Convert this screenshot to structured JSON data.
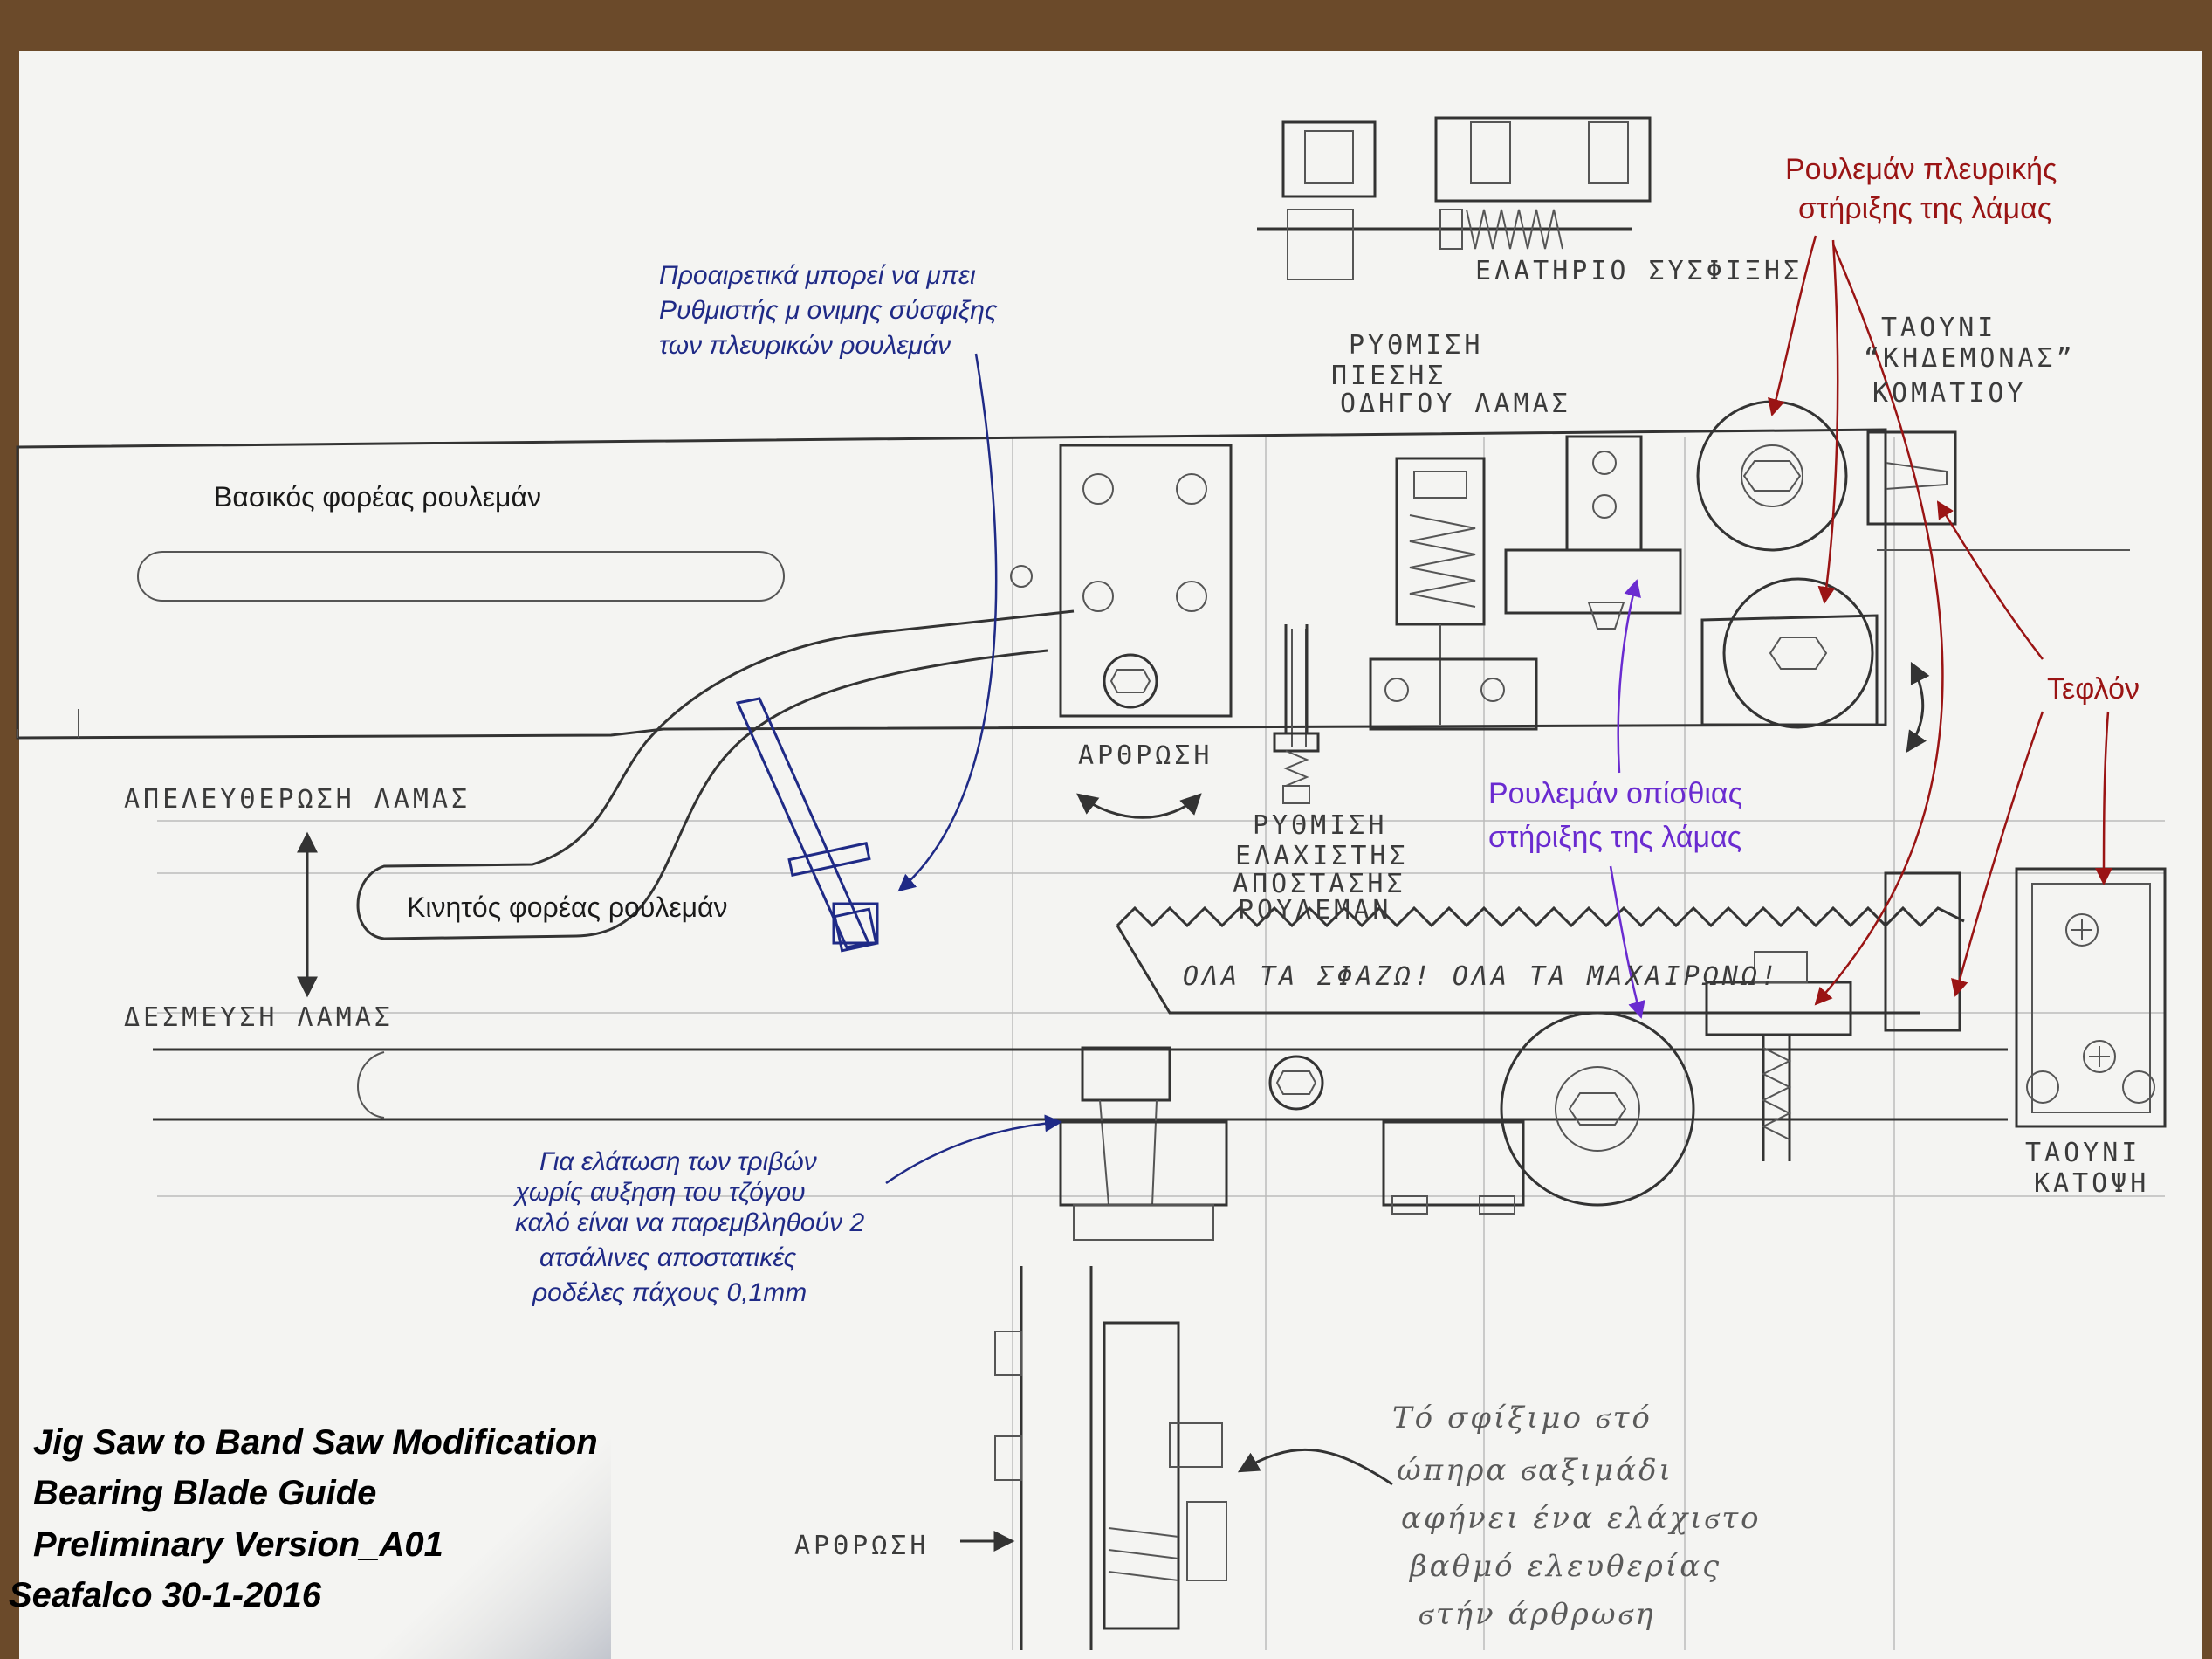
{
  "labels": {
    "base_carrier": "Βασικός φορέας ρουλεμάν",
    "moving_carrier": "Κινητός φορέας ρουλεμάν",
    "release_blade": "ΑΠΕΛΕΥΘΕΡΩΣΗ ΛΑΜΑΣ",
    "lock_blade": "ΔΕΣΜΕΥΣΗ ΛΑΜΑΣ",
    "spring": "ΕΛΑΤΗΡΙΟ ΣΥΣΦΙΞΗΣ",
    "pressure_adjust": [
      "ΡΥΘΜΙΣΗ",
      "ΠΙΕΣΗΣ",
      "ΟΔΗΓΟΥ ΛΑΜΑΣ"
    ],
    "pivot_1": "ΑΡΘΡΩΣΗ",
    "min_distance_adjust": [
      "ΡΥΘΜΙΣΗ",
      "ΕΛΑΧΙΣΤΗΣ",
      "ΑΠΟΣΤΑΣΗΣ",
      "ΡΟΥΛΕΜΑΝ"
    ],
    "blade_text": "ΟΛΑ ΤΑ ΣΦΑΖΩ! ΟΛΑ ΤΑ ΜΑΧΑΙΡΩΝΩ!",
    "pivot_2": "ΑΡΘΡΩΣΗ",
    "taouni_plan": [
      "ΤΑΟΥΝΙ",
      "ΚΑΤΟΨΗ"
    ],
    "taouni_part": [
      "ΤΑΟΥΝΙ",
      "“ΚΗΔΕΜΟΝΑΣ”",
      "ΚΟΜΑΤΙΟΥ"
    ]
  },
  "annotations": {
    "optional_adjuster": [
      "Προαιρετικά μπορεί να μπει",
      "Ρυθμιστής   μ ονιμης σύσφιξης",
      "των πλευρικών ρουλεμάν"
    ],
    "friction_reduction": [
      "Για ελάτωση των τριβών",
      "χωρίς αυξηση του τζόγου",
      "καλό είναι να παρεμβληθούν 2",
      "ατσάλινες αποστατικές",
      "ροδέλες πάχους 0,1mm"
    ],
    "side_bearings": [
      "Ρουλεμάν πλευρικής",
      "στήριξης της λάμας"
    ],
    "teflon": "Τεφλόν",
    "back_bearings": [
      "Ρουλεμάν οπίσθιας",
      "στήριξης της λάμας"
    ],
    "pivot_note": [
      "Τό σφίξιμο ϭτό",
      "ώπηρα ϭαξιμάδι",
      "αφήνει ένα ελάχιϭτο",
      "βαθμό ελευθερίας",
      "ϭτήν άρθρωϭη"
    ]
  },
  "title_block": {
    "line1": "Jig Saw to Band Saw Modification",
    "line2": "Bearing Blade Guide",
    "line3": "Preliminary Version_A01",
    "line4": "Seafalco 30-1-2016"
  },
  "colors": {
    "paper": "#f4f4f2",
    "pencil": "#3b3b3b",
    "navy_ink": "#1f2a86",
    "red_ink": "#9a1414",
    "purple_ink": "#6a2bd0",
    "table": "#6b4a2a"
  }
}
